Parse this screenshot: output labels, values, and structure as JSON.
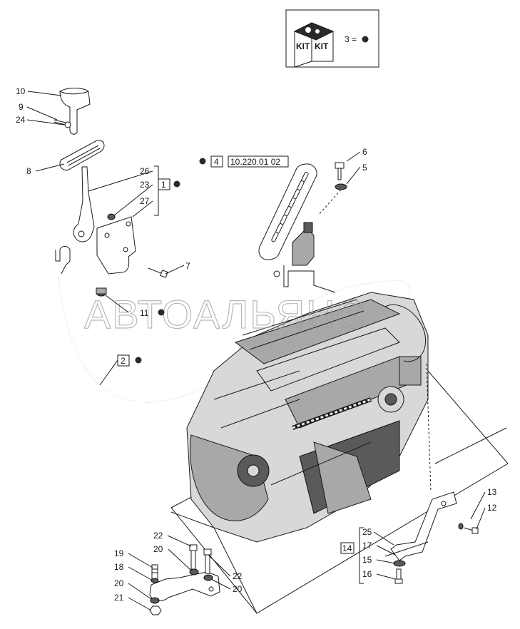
{
  "kit": {
    "label_left": "KIT",
    "label_right": "KIT",
    "legend": "3 ="
  },
  "watermark": "АВТОАЛЬЯНС",
  "callouts": {
    "c10": "10",
    "c9": "9",
    "c24": "24",
    "c8": "8",
    "c26": "26",
    "c23": "23",
    "c27": "27",
    "c7": "7",
    "c11": "11",
    "c1": "1",
    "c2": "2",
    "c4": "4",
    "ref": "10.220.01 02",
    "c6": "6",
    "c5": "5",
    "c13": "13",
    "c12": "12",
    "c14": "14",
    "c25": "25",
    "c17": "17",
    "c15": "15",
    "c16": "16",
    "c22a": "22",
    "c22b": "22",
    "c20a": "20",
    "c20b": "20",
    "c20c": "20",
    "c19": "19",
    "c18": "18",
    "c21": "21"
  }
}
